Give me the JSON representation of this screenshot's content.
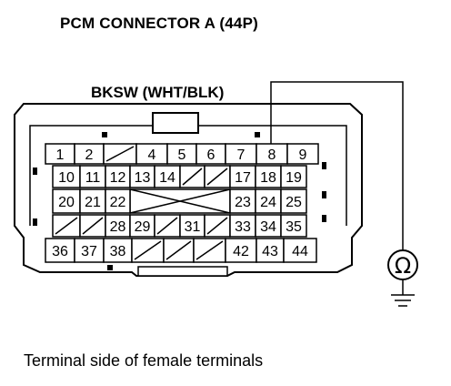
{
  "title": "PCM CONNECTOR A (44P)",
  "wire_label": "BKSW (WHT/BLK)",
  "caption": "Terminal side of female terminals",
  "meter_symbol": "Ω",
  "rows": [
    [
      "1",
      "2",
      "",
      "4",
      "5",
      "6",
      "7",
      "8",
      "9"
    ],
    [
      "10",
      "11",
      "12",
      "13",
      "14",
      "",
      "",
      "17",
      "18",
      "19"
    ],
    [
      "20",
      "21",
      "22",
      "",
      "",
      "",
      "",
      "23",
      "24",
      "25"
    ],
    [
      "",
      "",
      "28",
      "29",
      "",
      "31",
      "",
      "33",
      "34",
      "35"
    ],
    [
      "36",
      "37",
      "38",
      "",
      "",
      "",
      "42",
      "43",
      "44"
    ]
  ]
}
